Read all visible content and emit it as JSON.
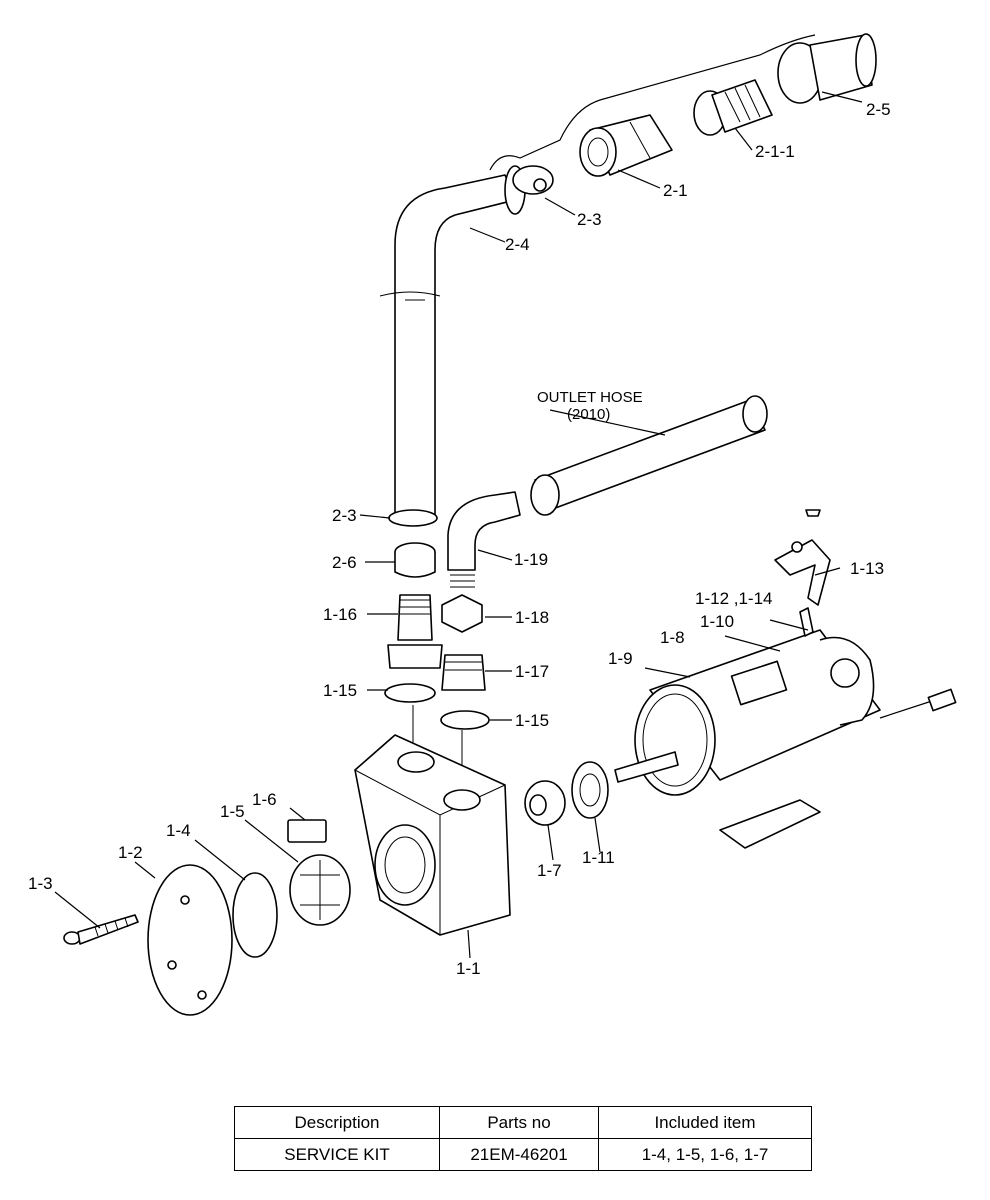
{
  "callouts": [
    {
      "id": "c-2-5",
      "text": "2-5"
    },
    {
      "id": "c-2-1-1",
      "text": "2-1-1"
    },
    {
      "id": "c-2-1",
      "text": "2-1"
    },
    {
      "id": "c-2-3-top",
      "text": "2-3"
    },
    {
      "id": "c-2-4",
      "text": "2-4"
    },
    {
      "id": "c-2-3-low",
      "text": "2-3"
    },
    {
      "id": "c-2-6",
      "text": "2-6"
    },
    {
      "id": "c-1-16",
      "text": "1-16"
    },
    {
      "id": "c-1-15-l",
      "text": "1-15"
    },
    {
      "id": "c-1-19",
      "text": "1-19"
    },
    {
      "id": "c-1-18",
      "text": "1-18"
    },
    {
      "id": "c-1-17",
      "text": "1-17"
    },
    {
      "id": "c-1-15-r",
      "text": "1-15"
    },
    {
      "id": "c-1-13",
      "text": "1-13"
    },
    {
      "id": "c-1-12-14",
      "text": "1-12 ,1-14"
    },
    {
      "id": "c-1-10",
      "text": "1-10"
    },
    {
      "id": "c-1-8",
      "text": "1-8"
    },
    {
      "id": "c-1-9",
      "text": "1-9"
    },
    {
      "id": "c-1-6",
      "text": "1-6"
    },
    {
      "id": "c-1-5",
      "text": "1-5"
    },
    {
      "id": "c-1-4",
      "text": "1-4"
    },
    {
      "id": "c-1-2",
      "text": "1-2"
    },
    {
      "id": "c-1-3",
      "text": "1-3"
    },
    {
      "id": "c-1-7",
      "text": "1-7"
    },
    {
      "id": "c-1-11",
      "text": "1-11"
    },
    {
      "id": "c-1-1",
      "text": "1-1"
    }
  ],
  "outlet_hose": {
    "line1": "OUTLET HOSE",
    "line2": "(2010)"
  },
  "table": {
    "headers": [
      "Description",
      "Parts no",
      "Included item"
    ],
    "rows": [
      [
        "SERVICE KIT",
        "21EM-46201",
        "1-4, 1-5, 1-6, 1-7"
      ]
    ]
  }
}
